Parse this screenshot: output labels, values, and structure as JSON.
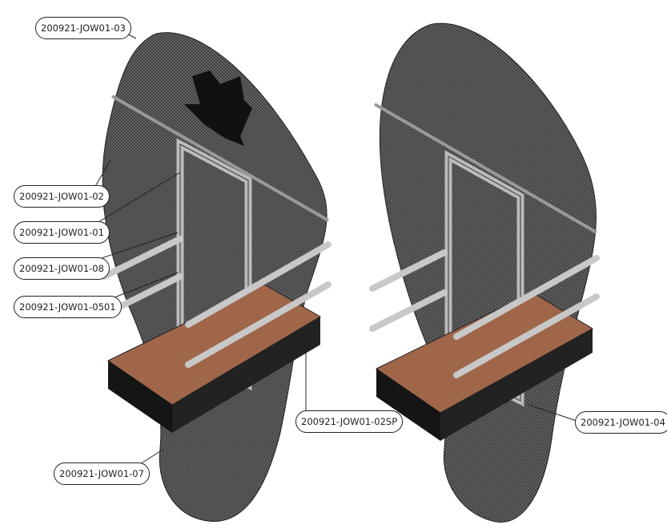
{
  "callouts": {
    "c03": "200921-JOW01-03",
    "c02": "200921-JOW01-02",
    "c01": "200921-JOW01-01",
    "c08": "200921-JOW01-08",
    "c0501": "200921-JOW01-0501",
    "c07": "200921-JOW01-07",
    "c02sp": "200921-JOW01-02SP",
    "c04": "200921-JOW01-04"
  },
  "colors": {
    "mesh": "#5a5a5a",
    "deck": "#a0664a",
    "steel": "#1a1a1a",
    "frame": "#b5b5b5"
  }
}
